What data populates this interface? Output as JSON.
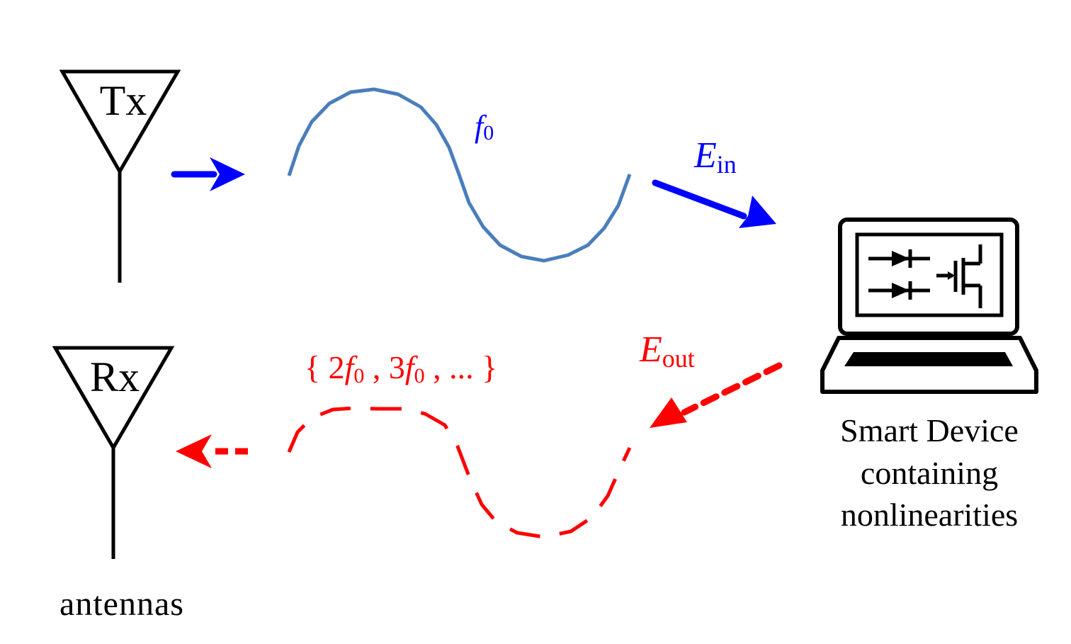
{
  "antennas": {
    "tx_label": "Tx",
    "rx_label": "Rx",
    "caption": "antennas"
  },
  "incident": {
    "freq_symbol": "f",
    "freq_sub": "0",
    "field_symbol": "E",
    "field_sub": "in",
    "color": "#0000ff",
    "wave_color": "#4a7ebb"
  },
  "reflected": {
    "harmonics": {
      "open": "{ 2",
      "f1": "f",
      "sub1": "0",
      "mid": " , 3",
      "f2": "f",
      "sub2": "0",
      "close": " , ... }"
    },
    "field_symbol": "E",
    "field_sub": "out",
    "color": "#ff0000"
  },
  "device": {
    "caption_lines": [
      "Smart Device",
      "containing",
      "nonlinearities"
    ],
    "icon": "laptop-icon",
    "circuit_icons": [
      "diode-icon",
      "diode-icon",
      "transistor-icon"
    ]
  }
}
